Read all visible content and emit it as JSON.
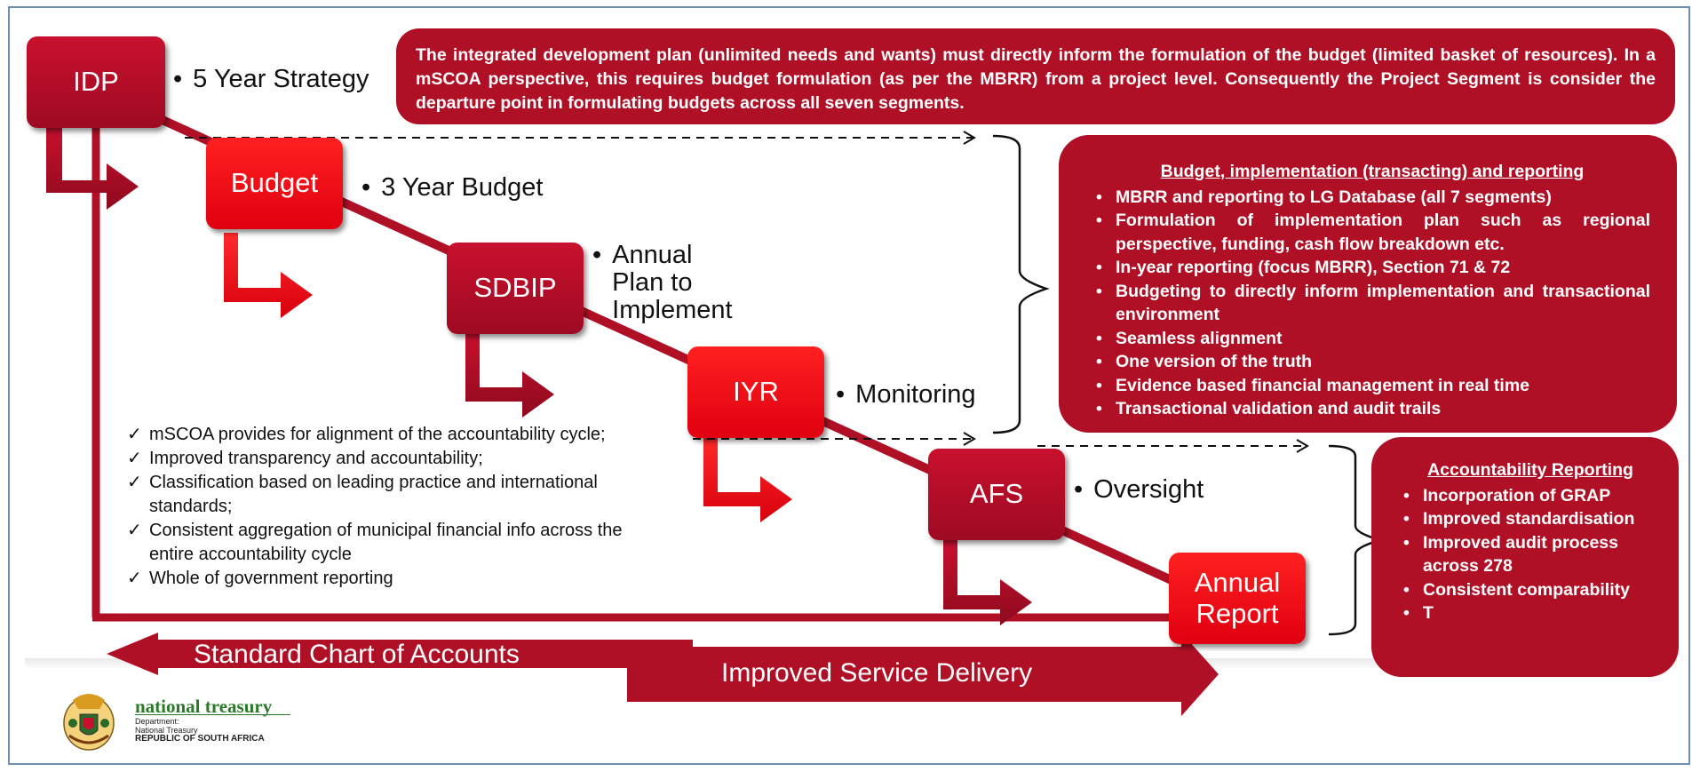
{
  "colors": {
    "dark_red": "#b01026",
    "bright_red": "#ff1a1a",
    "border": "#6f8fb8"
  },
  "stages": {
    "idp": {
      "label": "IDP",
      "bullet": "5 Year Strategy"
    },
    "budget": {
      "label": "Budget",
      "bullet": "3 Year Budget"
    },
    "sdbip": {
      "label": "SDBIP",
      "bullet_lines": [
        "Annual",
        "Plan to",
        "Implement"
      ]
    },
    "iyr": {
      "label": "IYR",
      "bullet": "Monitoring"
    },
    "afs": {
      "label": "AFS",
      "bullet": "Oversight"
    },
    "annual_report": {
      "label_lines": [
        "Annual",
        "Report"
      ]
    }
  },
  "top_box": {
    "text": "The integrated development plan (unlimited needs and wants) must directly inform the formulation of the budget (limited basket of resources). In a mSCOA perspective, this requires budget formulation (as per the MBRR) from a project level. Consequently the Project Segment is consider the departure point in formulating budgets across all seven segments."
  },
  "implementation_box": {
    "heading": "Budget, implementation (transacting) and reporting",
    "items": [
      "MBRR and reporting to LG Database (all 7 segments)",
      "Formulation of implementation plan such as regional perspective, funding, cash flow breakdown etc.",
      "In-year reporting (focus MBRR), Section 71 & 72",
      "Budgeting to directly inform implementation and transactional environment",
      "Seamless alignment",
      "One version of the truth",
      "Evidence based financial management in real time",
      "Transactional validation and audit trails"
    ]
  },
  "accountability_box": {
    "heading": "Accountability Reporting",
    "items": [
      "Incorporation of GRAP",
      "Improved standardisation",
      "Improved audit process across 278",
      "Consistent comparability",
      "T"
    ]
  },
  "checklist": [
    "mSCOA provides for alignment of the accountability cycle;",
    "Improved transparency and accountability;",
    "Classification based on leading practice and international standards;",
    "Consistent aggregation of municipal financial info across the entire accountability cycle",
    "Whole of government reporting"
  ],
  "check_mark": "✓",
  "bottom_arrows": {
    "left": "Standard Chart of Accounts",
    "right": "Improved Service Delivery"
  },
  "logo": {
    "icon": "coat-of-arms-icon",
    "title": "national treasury",
    "lines": [
      "Department:",
      "National Treasury",
      "REPUBLIC OF SOUTH AFRICA"
    ]
  }
}
